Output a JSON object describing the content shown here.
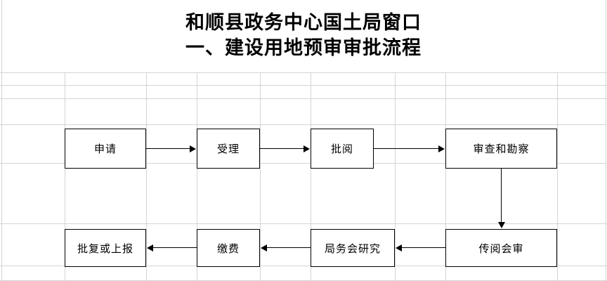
{
  "document": {
    "title_lines": [
      "和顺县政务中心国土局窗口",
      "一、建设用地预审审批流程"
    ]
  },
  "flowchart": {
    "type": "process-flow",
    "orientation": "serpentine-two-rows",
    "nodes": [
      {
        "id": "n1",
        "label": "申请",
        "row": 1,
        "order": 1
      },
      {
        "id": "n2",
        "label": "受理",
        "row": 1,
        "order": 2
      },
      {
        "id": "n3",
        "label": "批阅",
        "row": 1,
        "order": 3
      },
      {
        "id": "n4",
        "label": "审查和勘察",
        "row": 1,
        "order": 4
      },
      {
        "id": "n5",
        "label": "传阅会审",
        "row": 2,
        "order": 5
      },
      {
        "id": "n6",
        "label": "局务会研究",
        "row": 2,
        "order": 6
      },
      {
        "id": "n7",
        "label": "缴费",
        "row": 2,
        "order": 7
      },
      {
        "id": "n8",
        "label": "批复或上报",
        "row": 2,
        "order": 8
      }
    ],
    "edges": [
      {
        "from": "n1",
        "to": "n2",
        "direction": "right"
      },
      {
        "from": "n2",
        "to": "n3",
        "direction": "right"
      },
      {
        "from": "n3",
        "to": "n4",
        "direction": "right"
      },
      {
        "from": "n4",
        "to": "n5",
        "direction": "down"
      },
      {
        "from": "n5",
        "to": "n6",
        "direction": "left"
      },
      {
        "from": "n6",
        "to": "n7",
        "direction": "left"
      },
      {
        "from": "n7",
        "to": "n8",
        "direction": "left"
      }
    ]
  },
  "colors": {
    "background": "#ffffff",
    "grid_line": "#d4d4d4",
    "box_border": "#000000",
    "text": "#000000",
    "connector": "#000000"
  },
  "grid": {
    "column_edges": [
      2,
      92,
      208,
      280,
      370,
      442,
      562,
      634,
      793,
      862
    ],
    "row_edges": [
      103,
      121,
      140,
      177,
      232,
      318,
      378,
      399
    ]
  }
}
